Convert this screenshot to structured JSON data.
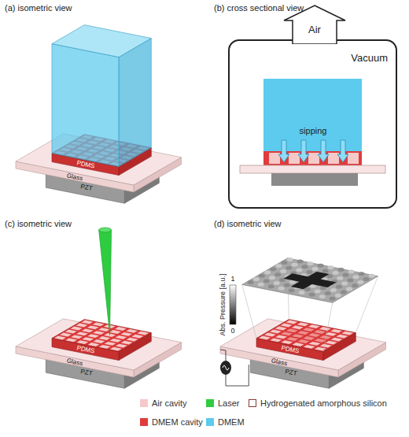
{
  "diagram": {
    "nodes": [
      {
        "text": [
          "Vacuum"
        ]
      },
      {
        "text": [
          "Air"
        ]
      }
    ],
    "labels": [
      "(a) isometric view",
      "(b) cross sectional view",
      "PDMS",
      "Glass",
      "PZT",
      "sipping",
      "(c) isometric view",
      "(d) isometric view",
      "PDMS",
      "Glass",
      "PZT",
      "Abs. Pressure [a.u.]",
      "1",
      "0",
      "PDMS",
      "Glass",
      "PZT"
    ],
    "legend": [
      {
        "text": "Air cavity",
        "color": "#f6c9c9"
      },
      {
        "text": "Laser",
        "color": "#2ecc40"
      },
      {
        "text": "Hydrogenated amorphous silicon"
      },
      {
        "text": "DMEM cavity",
        "color": "#e03c3c"
      },
      {
        "text": "DMEM",
        "color": "#5ccbee"
      }
    ]
  }
}
